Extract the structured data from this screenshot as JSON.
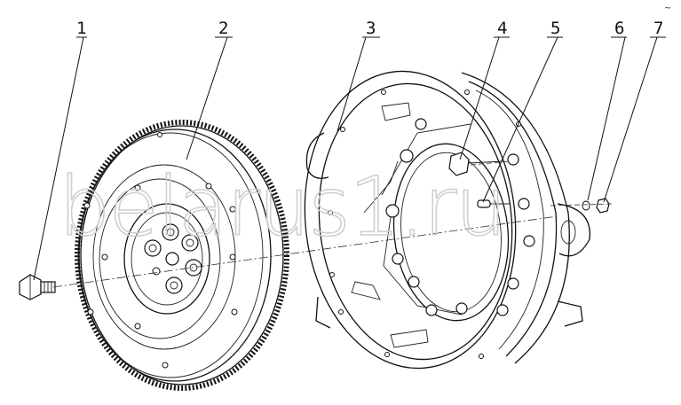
{
  "callouts": [
    {
      "id": "1",
      "label": "1"
    },
    {
      "id": "2",
      "label": "2"
    },
    {
      "id": "3",
      "label": "3"
    },
    {
      "id": "4",
      "label": "4"
    },
    {
      "id": "5",
      "label": "5"
    },
    {
      "id": "6",
      "label": "6"
    },
    {
      "id": "7",
      "label": "7"
    }
  ],
  "watermark": "belarus1.ru",
  "corner_mark": "~"
}
